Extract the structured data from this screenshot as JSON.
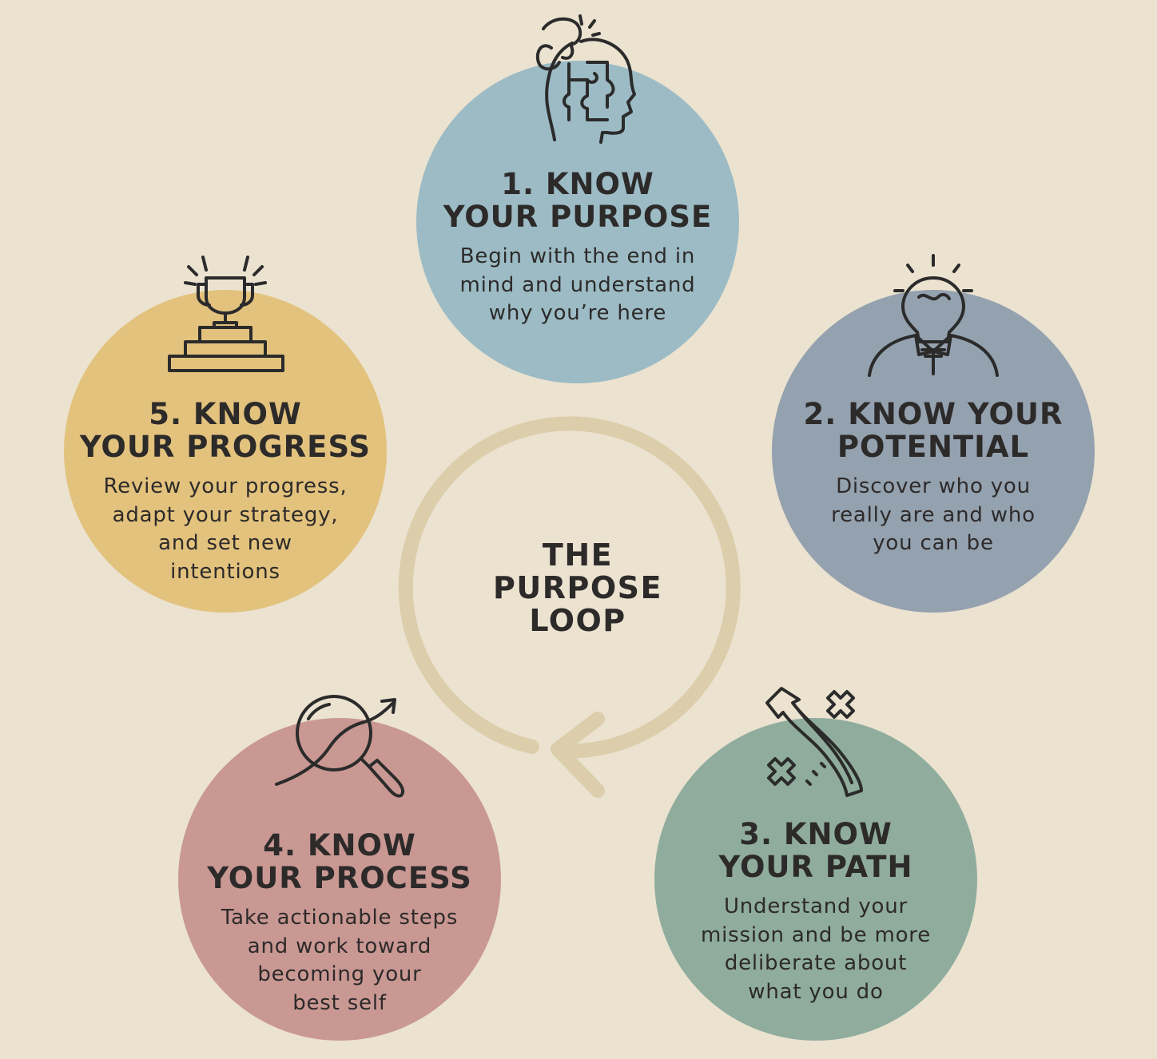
{
  "background_color": "#ebe2d0",
  "loop_color": "#dccdab",
  "icon_color": "#2b2b2b",
  "center": {
    "title_lines": [
      "THE",
      "PURPOSE",
      "LOOP"
    ]
  },
  "steps": [
    {
      "color": "#9cbbc4",
      "icon": "head-puzzle-icon",
      "title_lines": [
        "1. KNOW",
        "YOUR PURPOSE"
      ],
      "description_lines": [
        "Begin with the end in",
        "mind and understand",
        "why you’re here"
      ]
    },
    {
      "color": "#94a1af",
      "icon": "lightbulb-head-icon",
      "title_lines": [
        "2. KNOW YOUR",
        "POTENTIAL"
      ],
      "description_lines": [
        "Discover who you",
        "really are and who",
        "you can be"
      ]
    },
    {
      "color": "#8fac9d",
      "icon": "path-strategy-icon",
      "title_lines": [
        "3. KNOW",
        "YOUR PATH"
      ],
      "description_lines": [
        "Understand your",
        "mission and be more",
        "deliberate about",
        "what you do"
      ]
    },
    {
      "color": "#c99893",
      "icon": "magnifier-growth-icon",
      "title_lines": [
        "4. KNOW",
        "YOUR PROCESS"
      ],
      "description_lines": [
        "Take actionable steps",
        "and work toward",
        "becoming your",
        "best self"
      ]
    },
    {
      "color": "#e2c27d",
      "icon": "trophy-podium-icon",
      "title_lines": [
        "5. KNOW",
        "YOUR PROGRESS"
      ],
      "description_lines": [
        "Review your progress,",
        "adapt your strategy,",
        "and set new",
        "intentions"
      ]
    }
  ]
}
